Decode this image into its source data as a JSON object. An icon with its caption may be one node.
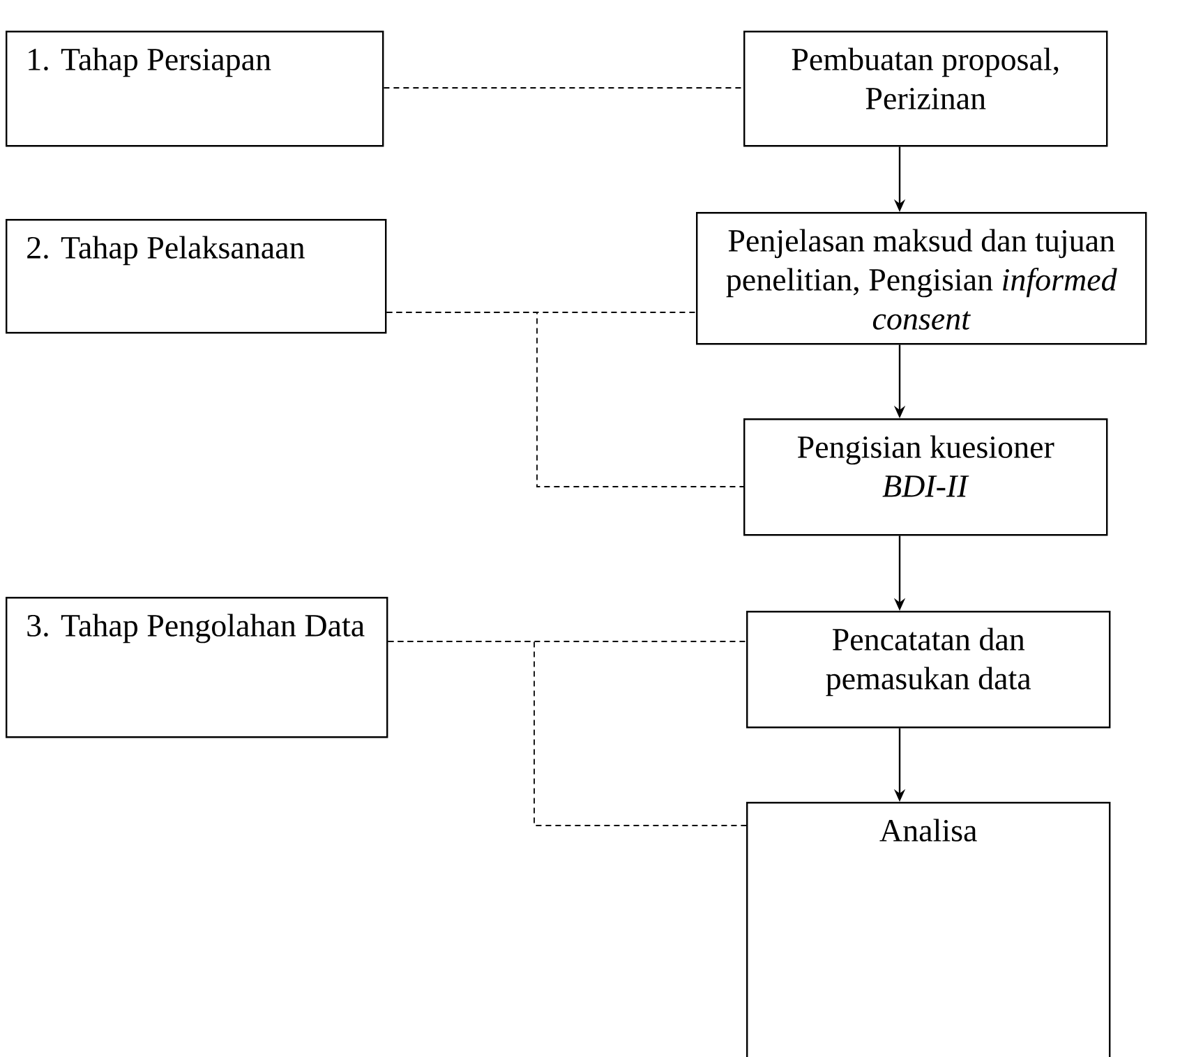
{
  "diagram": {
    "nodes": [
      {
        "text": [
          "1. Tahap Persiapan"
        ]
      },
      {
        "text": [
          "Pembuatan proposal, Perizinan"
        ]
      },
      {
        "text": [
          "2. Tahap Pelaksanaan"
        ]
      },
      {
        "text": [
          "Penjelasan maksud dan tujuan penelitian, Pengisian *informed consent*"
        ]
      },
      {
        "text": [
          "Pengisian kuesioner *BDI-II*"
        ]
      },
      {
        "text": [
          "3. Tahap Pengolahan Data"
        ]
      },
      {
        "text": [
          "Pencatatan dan pemasukan data"
        ]
      },
      {
        "text": [
          "Analisa"
        ]
      }
    ],
    "edges": [
      {
        "from": 0,
        "to": 1,
        "arrow": "none",
        "style": "dashed"
      },
      {
        "from": 1,
        "to": 3,
        "arrow": "to"
      },
      {
        "from": 2,
        "to": 3,
        "arrow": "none",
        "style": "dashed"
      },
      {
        "from": 2,
        "to": 4,
        "arrow": "none",
        "style": "dashed"
      },
      {
        "from": 3,
        "to": 4,
        "arrow": "to"
      },
      {
        "from": 4,
        "to": 6,
        "arrow": "to"
      },
      {
        "from": 5,
        "to": 6,
        "arrow": "none",
        "style": "dashed"
      },
      {
        "from": 5,
        "to": 7,
        "arrow": "none",
        "style": "dashed"
      },
      {
        "from": 6,
        "to": 7,
        "arrow": "to"
      }
    ]
  }
}
